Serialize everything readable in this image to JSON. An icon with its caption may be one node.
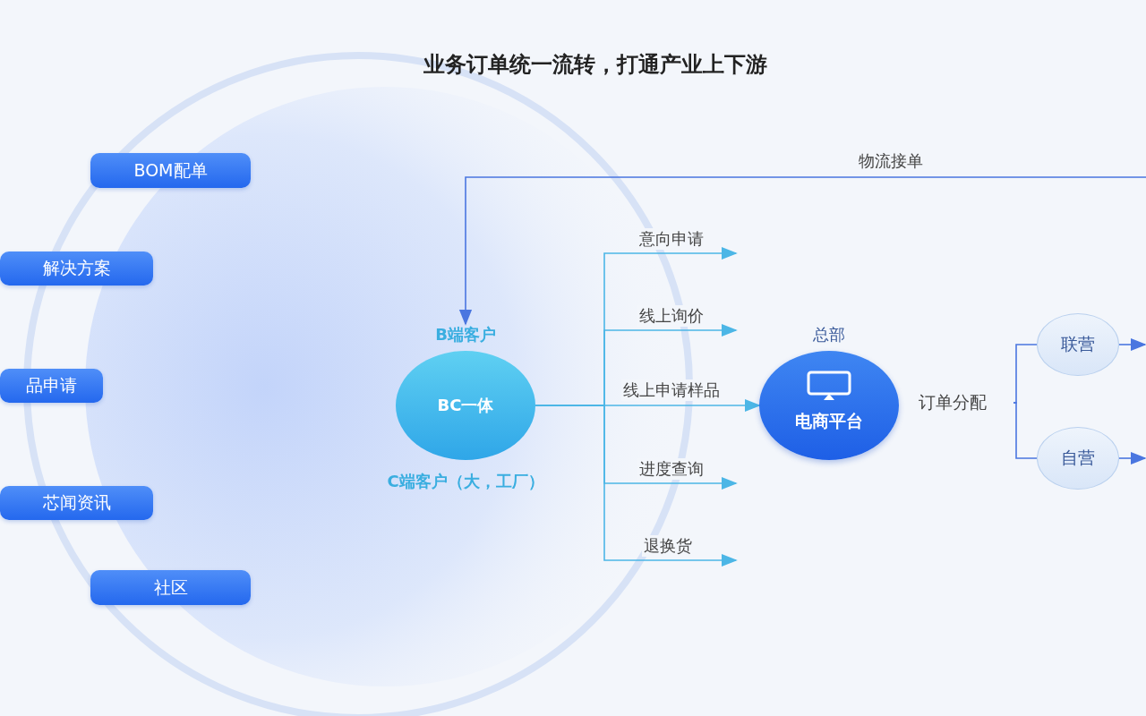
{
  "diagram": {
    "title": "业务订单统一流转，打通产业上下游",
    "nodes": [
      {
        "text": [
          "BOM配单"
        ]
      },
      {
        "text": [
          "解决方案"
        ]
      },
      {
        "text": [
          "品申请"
        ]
      },
      {
        "text": [
          "芯闻资讯"
        ]
      },
      {
        "text": [
          "社区"
        ]
      },
      {
        "text": [
          "B端客户",
          "BC一体",
          "C端客户（大，工厂）"
        ]
      },
      {
        "text": [
          "总部",
          "电商平台"
        ]
      },
      {
        "text": [
          "订单分配"
        ]
      },
      {
        "text": [
          "联营"
        ]
      },
      {
        "text": [
          "自营"
        ]
      }
    ],
    "edges": [
      {
        "from": null,
        "to": 5,
        "arrow": "to",
        "label": "物流接单",
        "color": "#4a76e0"
      },
      {
        "from": 5,
        "to": null,
        "arrow": "to",
        "label": "意向申请",
        "color": "#4cb6e6"
      },
      {
        "from": 5,
        "to": null,
        "arrow": "to",
        "label": "线上询价",
        "color": "#4cb6e6"
      },
      {
        "from": 5,
        "to": 6,
        "arrow": "to",
        "label": "线上申请样品",
        "color": "#4cb6e6"
      },
      {
        "from": 5,
        "to": null,
        "arrow": "to",
        "label": "进度查询",
        "color": "#4cb6e6"
      },
      {
        "from": 5,
        "to": null,
        "arrow": "to",
        "label": "退换货",
        "color": "#4cb6e6"
      },
      {
        "from": 7,
        "to": 8,
        "arrow": "none",
        "color": "#4a76e0"
      },
      {
        "from": 7,
        "to": 9,
        "arrow": "none",
        "color": "#4a76e0"
      },
      {
        "from": 8,
        "to": null,
        "arrow": "to",
        "color": "#4a76e0"
      },
      {
        "from": 9,
        "to": null,
        "arrow": "to",
        "color": "#4a76e0"
      }
    ]
  }
}
